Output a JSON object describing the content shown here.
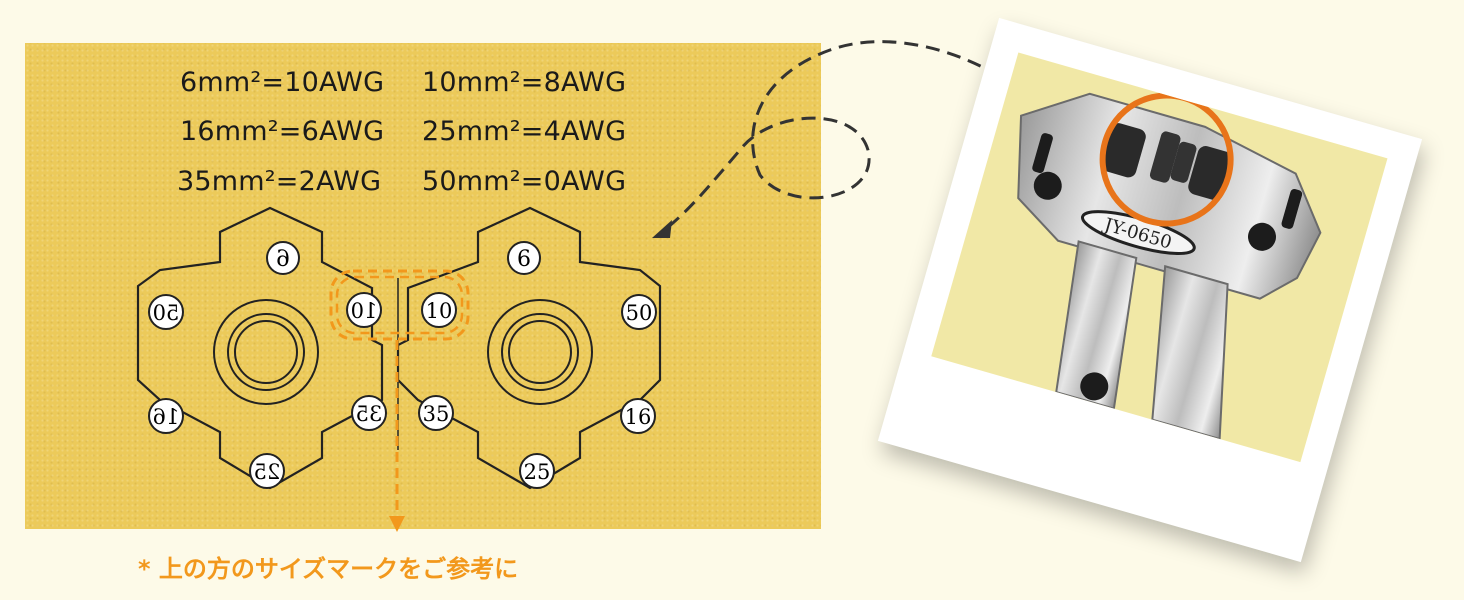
{
  "conversions": [
    [
      "6mm²=10AWG",
      "10mm²=8AWG"
    ],
    [
      "16mm²=6AWG",
      "25mm²=4AWG"
    ],
    [
      "35mm²=2AWG",
      "50mm²=0AWG"
    ]
  ],
  "die_left": {
    "top": "6",
    "upper_left": "50",
    "lower_left": "16",
    "bottom": "25",
    "lower_right": "35",
    "upper_right": "10"
  },
  "die_right": {
    "top": "6",
    "upper_left": "10",
    "upper_right": "50",
    "lower_left": "35",
    "lower_right": "16",
    "bottom": "25"
  },
  "note": "* 上の方のサイズマークをご参考に",
  "tool_model": "JY-0650",
  "colors": {
    "background": "#fdfae8",
    "panel": "#ecca5a",
    "accent_orange": "#f2981c",
    "highlight_circle": "#e8741a",
    "dashed_line": "#333333"
  }
}
